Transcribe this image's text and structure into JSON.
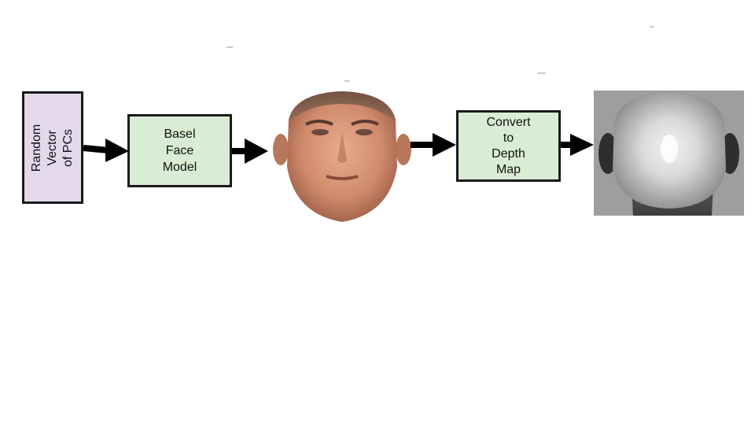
{
  "diagram": {
    "nodes": {
      "random_vector": {
        "label": "Random\nVector\nof PCs",
        "fill": "#e4d9ec"
      },
      "basel_model": {
        "label": "Basel\nFace\nModel",
        "fill": "#d9ecd4"
      },
      "face_image": {
        "kind": "rendered-3d-face"
      },
      "convert_depth": {
        "label": "Convert\nto\nDepth\nMap",
        "fill": "#d9ecd4"
      },
      "depth_image": {
        "kind": "grayscale-depth-map"
      }
    },
    "edges": [
      {
        "from": "random_vector",
        "to": "basel_model"
      },
      {
        "from": "basel_model",
        "to": "face_image"
      },
      {
        "from": "face_image",
        "to": "convert_depth"
      },
      {
        "from": "convert_depth",
        "to": "depth_image"
      }
    ],
    "colors": {
      "border": "#1a1a1a",
      "arrow": "#000000",
      "depth_background": "#9e9e9e"
    }
  }
}
